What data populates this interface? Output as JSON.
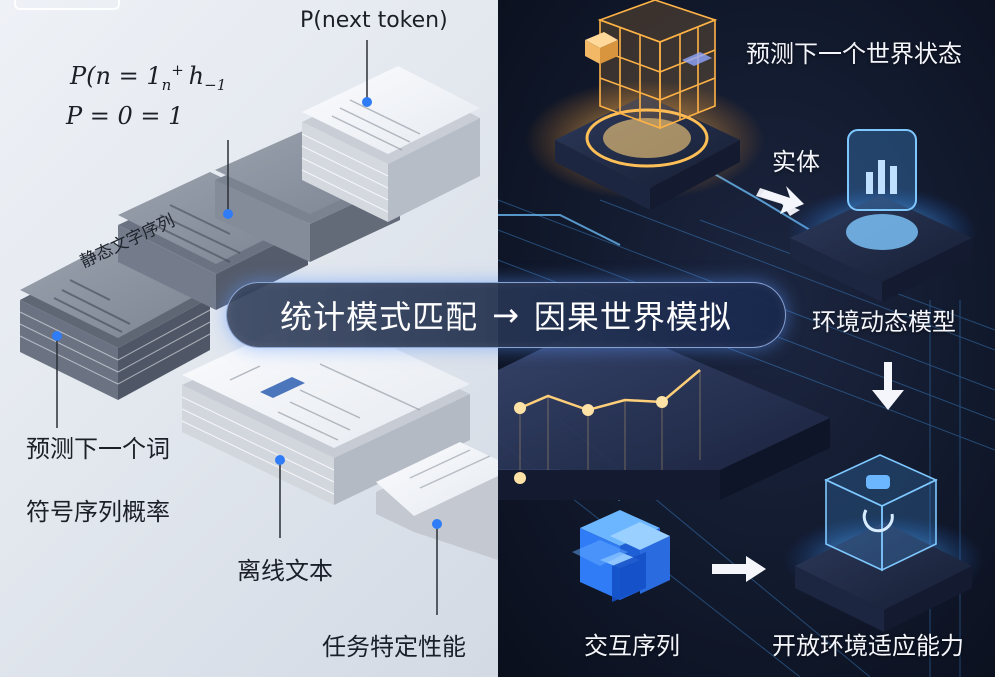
{
  "banner": {
    "left_text": "统计模式匹配",
    "arrow": "→",
    "right_text": "因果世界模拟"
  },
  "left_panel": {
    "formula_line1": "P(n = 1",
    "formula_line1_sub": "n",
    "formula_line1_sup": "+",
    "formula_line1_tail": "h",
    "formula_line1_tail_sub": "−1",
    "formula_line2": "P = 0 = 1",
    "next_token": "P(next token)",
    "stack_label": "静态文字序列",
    "labels": {
      "predict_next_word": "预测下一个词",
      "symbol_sequence_probability": "符号序列概率",
      "offline_text": "离线文本",
      "task_specific_performance": "任务特定性能"
    }
  },
  "right_panel": {
    "labels": {
      "predict_next_world_state": "预测下一个世界状态",
      "entity": "实体",
      "environment_dynamics_model": "环境动态模型",
      "interaction_sequence": "交互序列",
      "open_environment_adaptability": "开放环境适应能力"
    }
  },
  "colors": {
    "accent_blue": "#2f7cf6",
    "glow_orange": "#ffb347",
    "glow_cyan": "#4aa8ff",
    "text_dark": "#1b1f27",
    "text_light": "#f4f6fb"
  }
}
